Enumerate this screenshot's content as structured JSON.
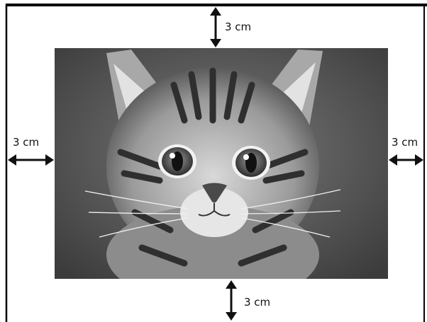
{
  "labels": {
    "top": "3 cm",
    "left": "3 cm",
    "right": "3 cm",
    "bottom": "3 cm"
  },
  "colors": {
    "frame": "#000000",
    "arrow": "#111111",
    "photo_background": "#6a6a6a"
  },
  "photo": {
    "subject": "tabby kitten",
    "style": "grayscale"
  }
}
